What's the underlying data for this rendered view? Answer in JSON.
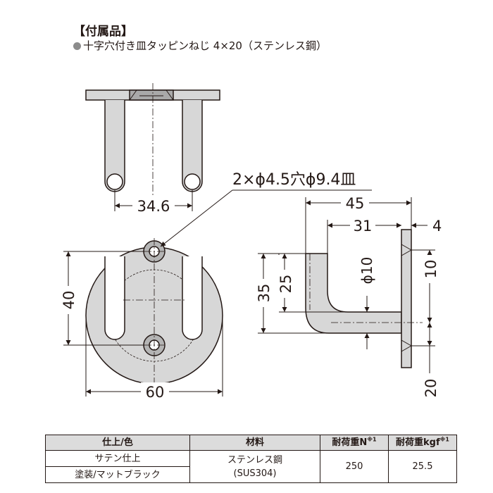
{
  "heading": "【付属品】",
  "accessory_note": "十字穴付き皿タッピンねじ 4×20（ステンレス鋼）",
  "callout": "2×ϕ4.5穴ϕ9.4皿",
  "dimensions": {
    "post_spacing": "34.6",
    "plate_diameter": "60",
    "hole_spacing": "40",
    "arm_length_total": "45",
    "arm_length_inner": "31",
    "plate_thickness": "4",
    "bar_diameter": "ϕ10",
    "height_total": "35",
    "height_inner": "25",
    "upper_offset": "10",
    "lower_offset": "20"
  },
  "table": {
    "headers": [
      "仕上/色",
      "材料",
      "耐荷重N",
      "耐荷重kgf"
    ],
    "header_note": "※1",
    "finish": [
      "サテン仕上",
      "塗装/マットブラック"
    ],
    "material": [
      "ステンレス鋼",
      "(SUS304)"
    ],
    "load_n": "250",
    "load_kgf": "25.5"
  },
  "colors": {
    "part_fill": "#d7d7d7",
    "line": "#231815",
    "header_fill": "#dcdcdc"
  }
}
